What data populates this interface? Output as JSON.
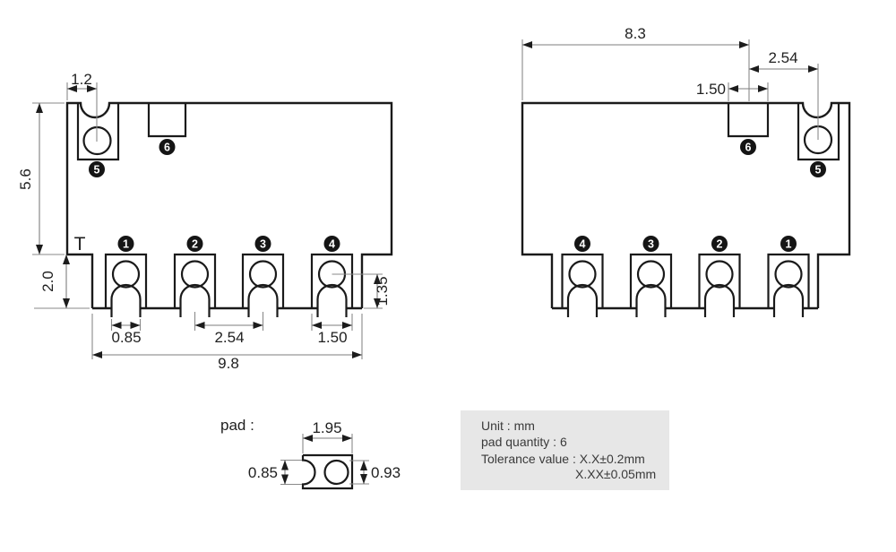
{
  "pad_numbers": [
    "1",
    "2",
    "3",
    "4",
    "5",
    "6"
  ],
  "front_view": {
    "t_mark": "T",
    "dims": {
      "edge_to_pad5": "1.2",
      "body_height": "5.6",
      "tab_height": "2.0",
      "castellation_width": "0.85",
      "pad_pitch": "2.54",
      "pad_width": "1.50",
      "hole_to_bottom": "1.35",
      "overall_width": "9.8"
    }
  },
  "back_view": {
    "dims": {
      "edge_to_pad6": "8.3",
      "pad6_to_pad5": "2.54",
      "pad6_width": "1.50"
    }
  },
  "pad_detail": {
    "title": "pad :",
    "dims": {
      "pad_length": "1.95",
      "notch_diameter": "0.85",
      "hole_diameter": "0.93"
    }
  },
  "notes": {
    "unit": "Unit : mm",
    "quantity": "pad quantity : 6",
    "tolerance_line1": "Tolerance value : X.X±0.2mm",
    "tolerance_line2": "X.XX±0.05mm"
  },
  "colors": {
    "outline": "#1a1a1a",
    "dimension_line": "#7d7d7d",
    "arrowhead": "#1c1c1c",
    "text": "#1f1f1f",
    "badge_fill": "#151515",
    "badge_text": "#ffffff",
    "notes_background": "#e7e7e7",
    "notes_text": "#3a3a3a",
    "background": "#ffffff"
  }
}
